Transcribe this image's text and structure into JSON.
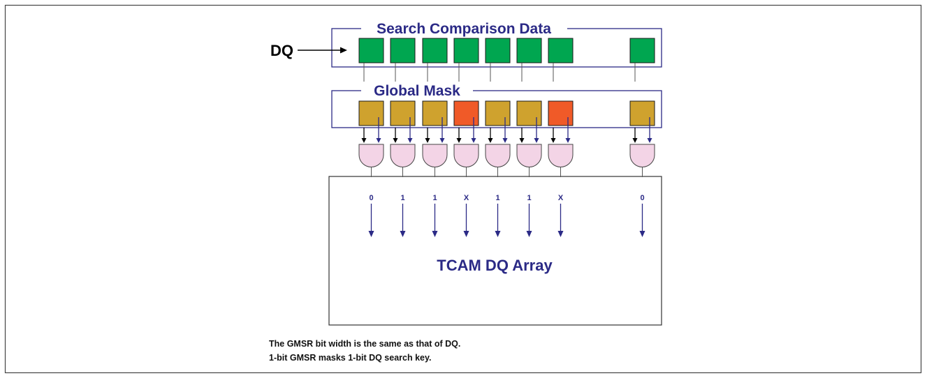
{
  "titles": {
    "search": "Search Comparison Data",
    "mask": "Global Mask",
    "array": "TCAM DQ Array"
  },
  "dq_label": "DQ",
  "notes": [
    "The GMSR bit width is the same as that of DQ.",
    "1-bit GMSR masks 1-bit DQ search key."
  ],
  "colors": {
    "navy": "#2b2a86",
    "search_bit": "#00a650",
    "mask_unmasked": "#cfa22e",
    "mask_masked": "#f05a28",
    "gate_fill": "#f3d4e6"
  },
  "mask_bits": [
    "unmasked",
    "unmasked",
    "unmasked",
    "masked",
    "unmasked",
    "unmasked",
    "masked",
    "unmasked"
  ],
  "outputs": [
    "0",
    "1",
    "1",
    "X",
    "1",
    "1",
    "X",
    "0"
  ]
}
